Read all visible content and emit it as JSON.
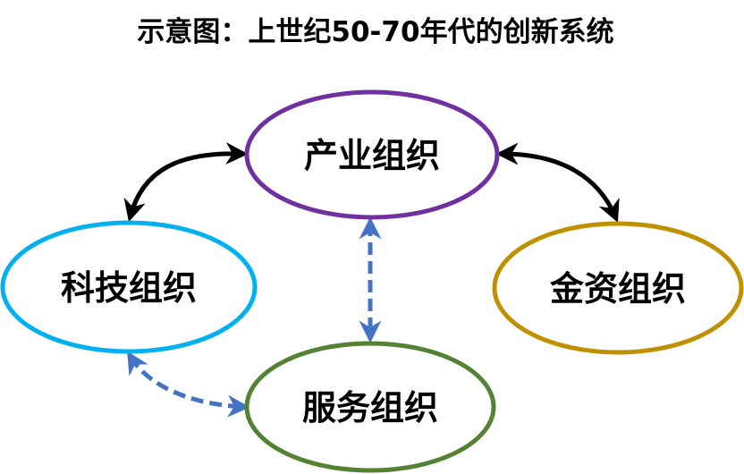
{
  "title": "示意图：上世纪50-70年代的创新系统",
  "colors": {
    "industry": "#7030A0",
    "science": "#00B0F0",
    "finance": "#BF9000",
    "service": "#548235",
    "solid_arrow": "#000000",
    "dashed_arrow": "#4472C4"
  },
  "nodes": {
    "industry": {
      "label": "产业组织"
    },
    "science": {
      "label": "科技组织"
    },
    "finance": {
      "label": "金资组织"
    },
    "service": {
      "label": "服务组织"
    }
  },
  "edges": [
    {
      "from": "industry",
      "to": "science",
      "style": "solid",
      "direction": "both"
    },
    {
      "from": "industry",
      "to": "finance",
      "style": "solid",
      "direction": "both"
    },
    {
      "from": "industry",
      "to": "service",
      "style": "dashed",
      "direction": "both"
    },
    {
      "from": "science",
      "to": "service",
      "style": "dashed",
      "direction": "both"
    }
  ]
}
